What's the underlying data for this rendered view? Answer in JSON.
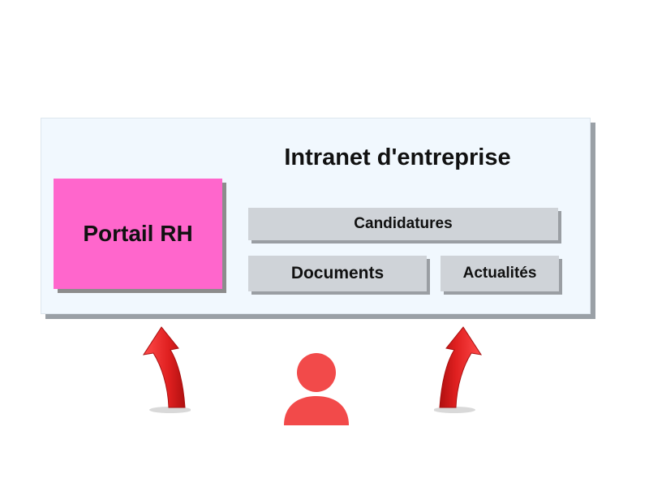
{
  "diagram": {
    "intranet": {
      "title": "Intranet d'entreprise"
    },
    "portal": {
      "label": "Portail RH",
      "color": "#ff66cc"
    },
    "modules": [
      {
        "label": "Candidatures"
      },
      {
        "label": "Documents"
      },
      {
        "label": "Actualités"
      }
    ],
    "icons": {
      "arrows": "curved-up-arrow-icon",
      "user": "user-icon"
    },
    "colors": {
      "panel_background": "#f1f8fe",
      "module_background": "#cfd3d8",
      "accent_red": "#e83030"
    }
  }
}
